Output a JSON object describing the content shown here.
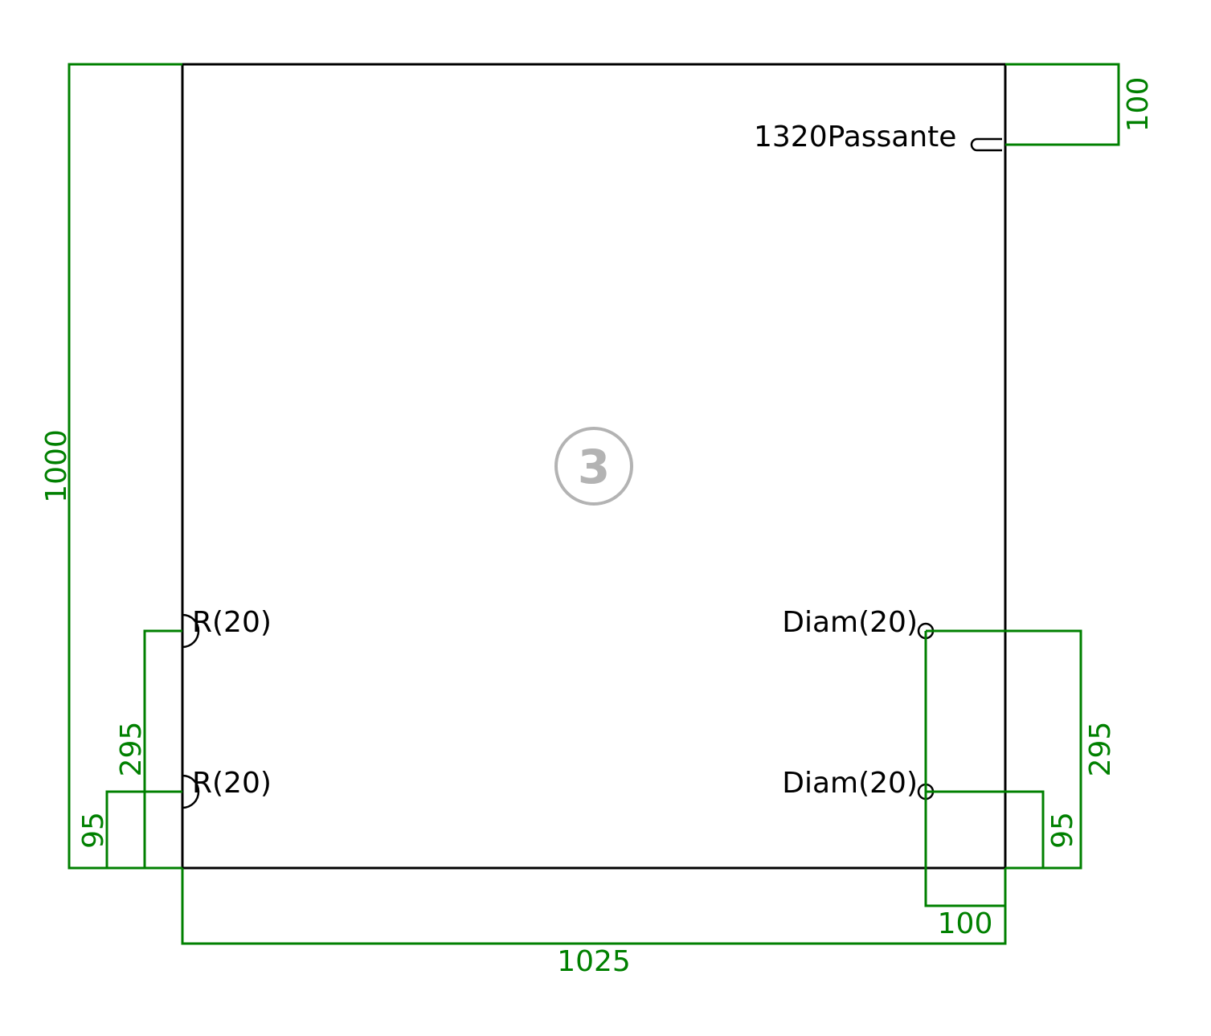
{
  "colors": {
    "dimension": "#008000",
    "outline": "#000000",
    "badge": "#b3b3b3",
    "background": "#ffffff"
  },
  "panel": {
    "badge_number": "3",
    "slot_label": "1320Passante"
  },
  "features": {
    "left_notch_top": "R(20)",
    "left_notch_bottom": "R(20)",
    "right_hole_top": "Diam(20)",
    "right_hole_bottom": "Diam(20)"
  },
  "dimensions": {
    "total_height": "1000",
    "total_width": "1025",
    "slot_offset_top": "100",
    "left_upper_offset": "295",
    "left_lower_offset": "95",
    "right_upper_offset": "295",
    "right_lower_offset": "95",
    "hole_offset_right": "100"
  }
}
